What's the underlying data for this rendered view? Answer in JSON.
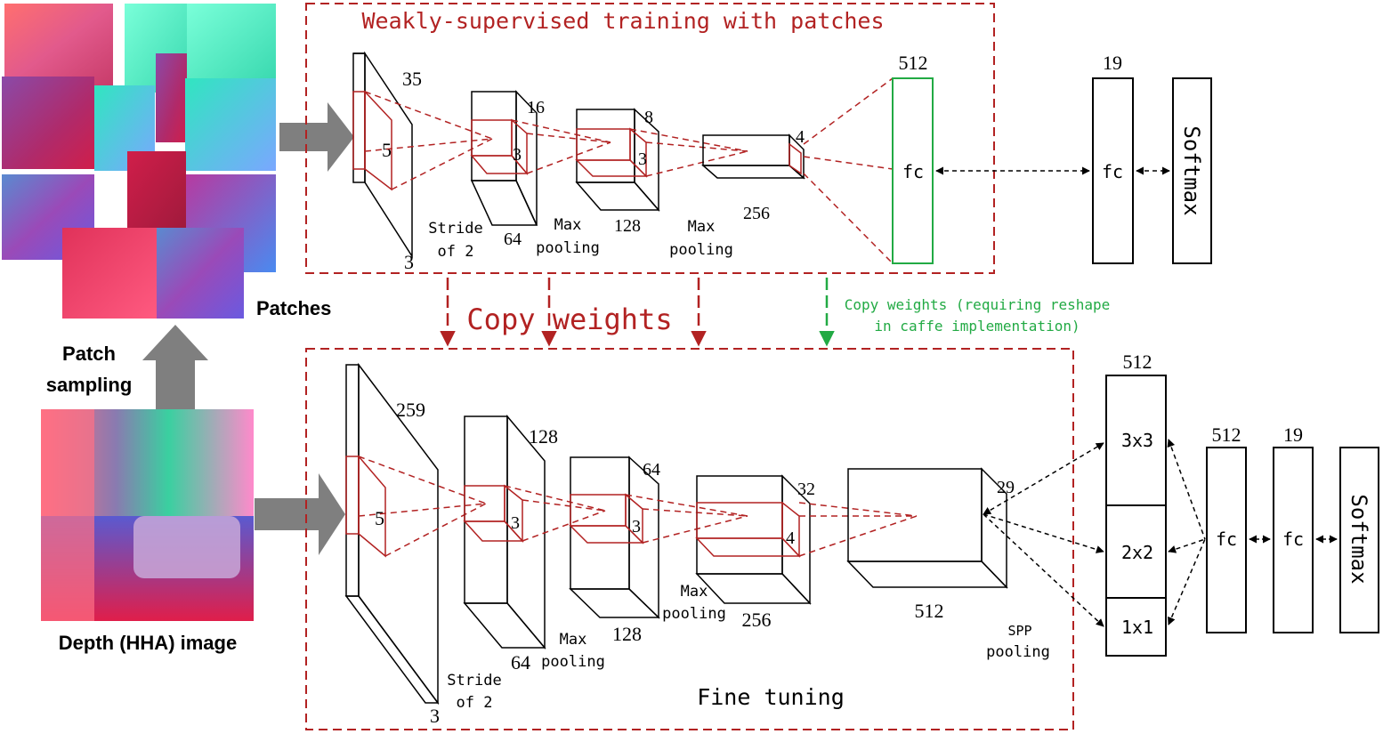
{
  "colors": {
    "red": "#b22222",
    "green": "#22aa44",
    "black": "#000000",
    "arrow_gray": "#7f7f7f"
  },
  "left": {
    "patches_label": "Patches",
    "patch_sampling_line1": "Patch",
    "patch_sampling_line2": "sampling",
    "depth_image_label": "Depth (HHA) image"
  },
  "top_net": {
    "title": "Weakly-supervised training with patches",
    "input": {
      "height": "35",
      "depth": "3",
      "kernel": "5"
    },
    "conv1": {
      "height": "16",
      "channels": "64",
      "kernel": "3",
      "note1": "Stride",
      "note2": "of 2"
    },
    "conv2": {
      "height": "8",
      "channels": "128",
      "kernel": "3",
      "note1": "Max",
      "note2": "pooling"
    },
    "conv3": {
      "height": "4",
      "channels": "256",
      "note1": "Max",
      "note2": "pooling"
    },
    "fc1": {
      "size": "512",
      "label": "fc"
    },
    "fc2": {
      "size": "19",
      "label": "fc"
    },
    "softmax": "Softmax"
  },
  "copy": {
    "main": "Copy weights",
    "green_line1": "Copy weights (requiring reshape",
    "green_line2": "in caffe implementation)"
  },
  "bottom_net": {
    "footer": "Fine tuning",
    "input": {
      "height": "259",
      "depth": "3",
      "kernel": "5",
      "note1": "Stride",
      "note2": "of 2"
    },
    "conv1": {
      "height": "128",
      "channels": "64",
      "kernel": "3",
      "note1": "Max",
      "note2": "pooling"
    },
    "conv2": {
      "height": "64",
      "channels": "128",
      "kernel": "3",
      "note1": "Max",
      "note2": "pooling"
    },
    "conv3": {
      "height": "32",
      "channels": "256",
      "kernel": "4"
    },
    "conv4": {
      "height": "29",
      "channels": "512",
      "note1": "SPP",
      "note2": "pooling"
    },
    "spp": {
      "size": "512",
      "bins": [
        "3x3",
        "2x2",
        "1x1"
      ]
    },
    "fc1": {
      "size": "512",
      "label": "fc"
    },
    "fc2": {
      "size": "19",
      "label": "fc"
    },
    "softmax": "Softmax"
  }
}
